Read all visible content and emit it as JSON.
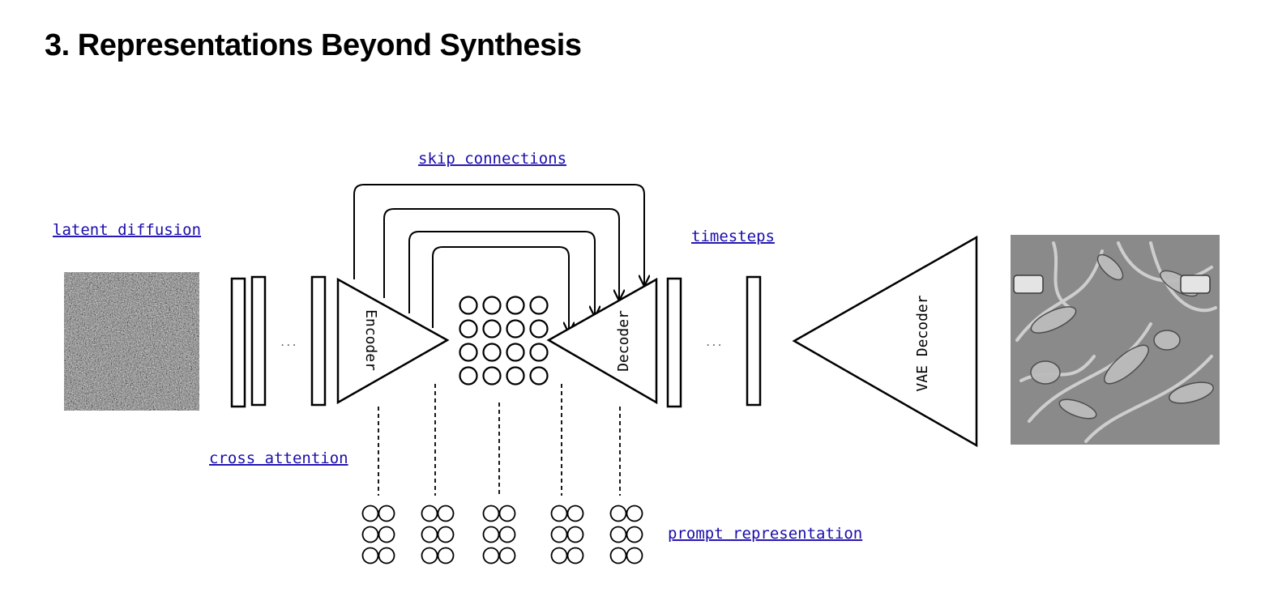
{
  "page": {
    "title": "3. Representations Beyond Synthesis"
  },
  "diagram": {
    "links": {
      "skip_connections": "skip connections",
      "latent_diffusion": "latent diffusion",
      "timesteps": "timesteps",
      "cross_attention": "cross attention",
      "prompt_representation": "prompt representation"
    },
    "blocks": {
      "encoder": "Encoder",
      "decoder": "Decoder",
      "vae_decoder": "VAE Decoder"
    },
    "ellipsis": "...",
    "colors": {
      "link": "#1a0dab",
      "stroke": "#000000"
    }
  }
}
